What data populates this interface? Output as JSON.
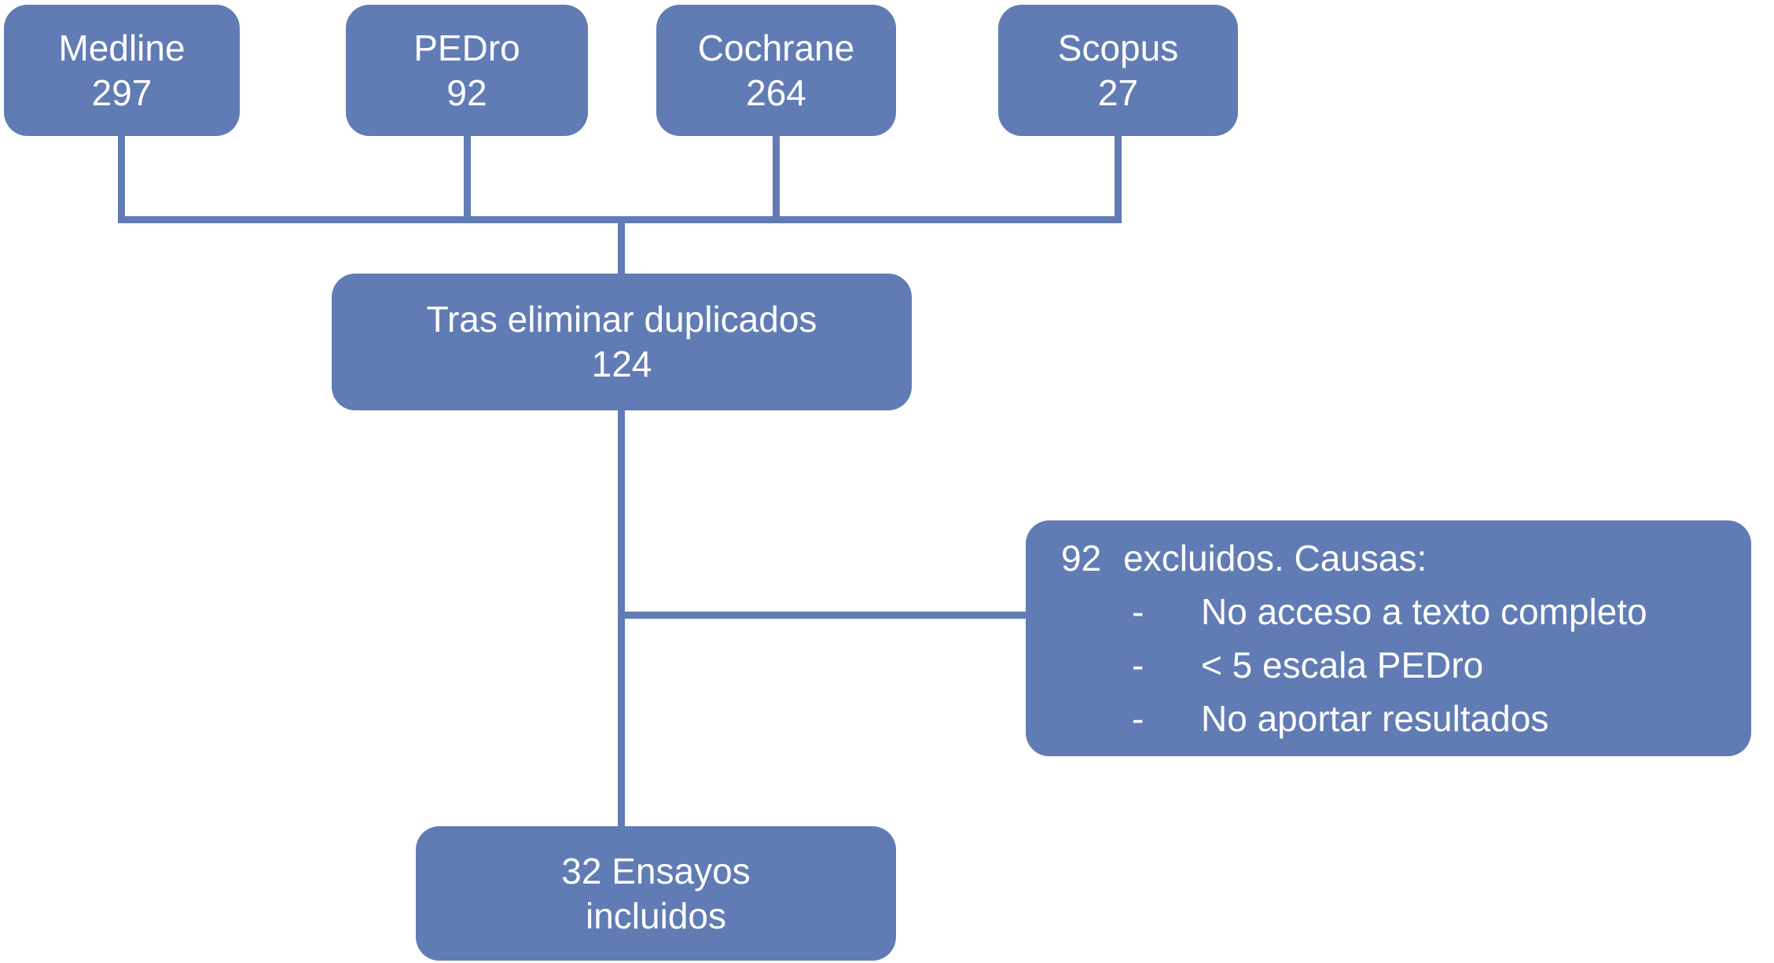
{
  "sources": [
    {
      "name": "Medline",
      "count": "297"
    },
    {
      "name": "PEDro",
      "count": "92"
    },
    {
      "name": "Cochrane",
      "count": "264"
    },
    {
      "name": "Scopus",
      "count": "27"
    }
  ],
  "dedup": {
    "label": "Tras eliminar duplicados",
    "count": "124"
  },
  "excluded": {
    "count": "92",
    "label": "excluidos. Causas:",
    "bullet": "-",
    "reasons": [
      "No acceso a texto completo",
      "< 5 escala PEDro",
      "No aportar resultados"
    ]
  },
  "included": {
    "line1": "32 Ensayos",
    "line2": "incluidos"
  },
  "colors": {
    "box_fill": "#617CB4",
    "text": "#FFFFFF",
    "background": "#FFFFFF"
  }
}
